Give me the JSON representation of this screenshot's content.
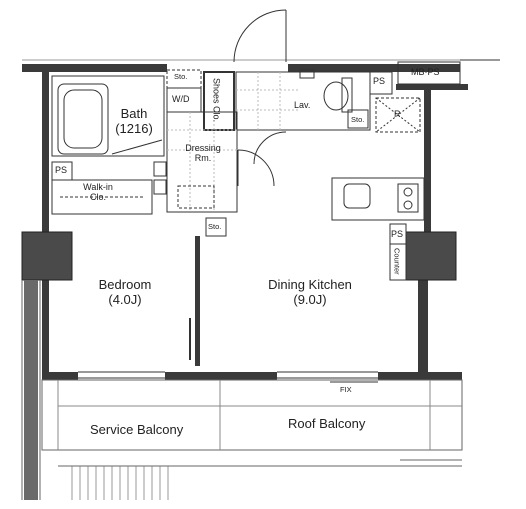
{
  "rooms": {
    "bedroom": {
      "name": "Bedroom",
      "size": "(4.0J)"
    },
    "dining_kitchen": {
      "name": "Dining Kitchen",
      "size": "(9.0J)"
    },
    "bath": {
      "name": "Bath",
      "size": "(1216)"
    },
    "dressing": {
      "name_line1": "Dressing",
      "name_line2": "Rm."
    },
    "walkin": {
      "name_line1": "Walk-in",
      "name_line2": "Clo."
    },
    "lav": {
      "name": "Lav."
    },
    "service_balcony": {
      "name": "Service Balcony"
    },
    "roof_balcony": {
      "name": "Roof Balcony"
    }
  },
  "fixtures": {
    "mbps": "MB·PS",
    "ps_top": "PS",
    "ps_left": "PS",
    "ps_right": "PS",
    "sto_top": "Sto.",
    "sto_lav": "Sto.",
    "sto_mid": "Sto.",
    "wd": "W/D",
    "shoes": "Shoes Clo.",
    "r": "R",
    "counter": "Counter",
    "fix": "FIX"
  },
  "colors": {
    "wall": "#3a3a3a",
    "column": "#4a4a4a",
    "line": "#333333"
  }
}
